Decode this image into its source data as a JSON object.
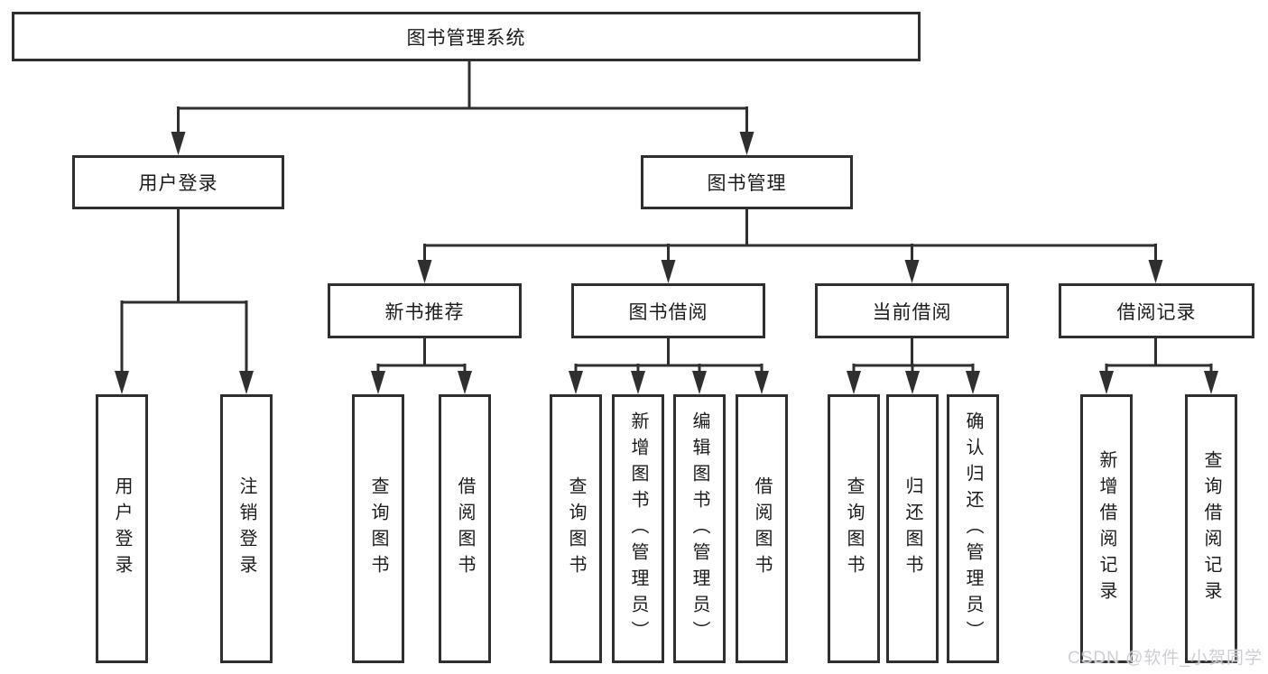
{
  "tree": {
    "root": "图书管理系统",
    "branches": [
      {
        "label": "用户登录",
        "leaves": [
          "用户登录",
          "注销登录"
        ]
      },
      {
        "label": "图书管理",
        "groups": [
          {
            "label": "新书推荐",
            "leaves": [
              "查询图书",
              "借阅图书"
            ]
          },
          {
            "label": "图书借阅",
            "leaves": [
              "查询图书",
              "新增图书（管理员）",
              "编辑图书（管理员）",
              "借阅图书"
            ]
          },
          {
            "label": "当前借阅",
            "leaves": [
              "查询图书",
              "归还图书",
              "确认归还（管理员）"
            ]
          },
          {
            "label": "借阅记录",
            "leaves": [
              "新增借阅记录",
              "查询借阅记录"
            ]
          }
        ]
      }
    ]
  },
  "watermark": {
    "text": "CSDN @软件_小贺同学",
    "color": "#ccced3"
  },
  "colors": {
    "line": "#2f2f2f",
    "box_border": "#2f2f2f",
    "box_fill": "#ffffff",
    "text": "#1c1c1c",
    "background": "#ffffff"
  }
}
